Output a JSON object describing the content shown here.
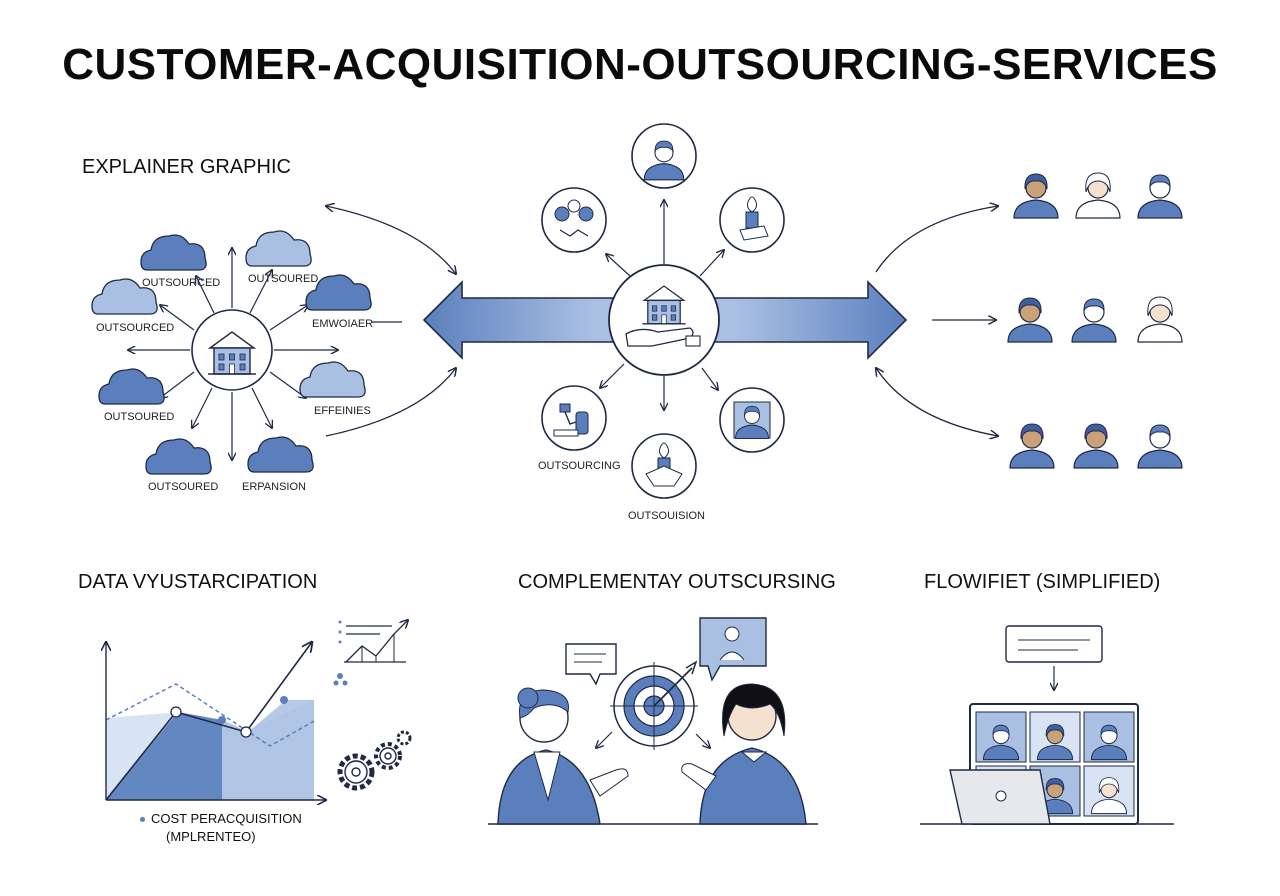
{
  "title": "CUSTOMER-ACQUISITION-OUTSOURCING-SERVICES",
  "sections": {
    "explainer": "EXPLAINER GRAPHIC",
    "data": "DATA VYUSTARCIPATION",
    "complementary": "COMPLEMENTAY OUTSCURSING",
    "flow": "FLOWIFIET (SIMPLIFIED)"
  },
  "cloud_labels": [
    "OUTSOURCED",
    "OUTSOURED",
    "OUTSOURCED",
    "EMWOIAER",
    "OUTSOURED",
    "EFFEINIES",
    "OUTSOURED",
    "ERPANSION"
  ],
  "hub_labels": {
    "outsourcing": "OUTSOURCING",
    "outsousion": "OUTSOUISION"
  },
  "chart": {
    "label": "COST PERACQUISITION",
    "sublabel": "(MPLRENTEO)"
  },
  "colors": {
    "primary": "#5b7fbd",
    "light": "#a9c0e3",
    "pale": "#d8e3f3",
    "outline": "#1f2a44"
  }
}
